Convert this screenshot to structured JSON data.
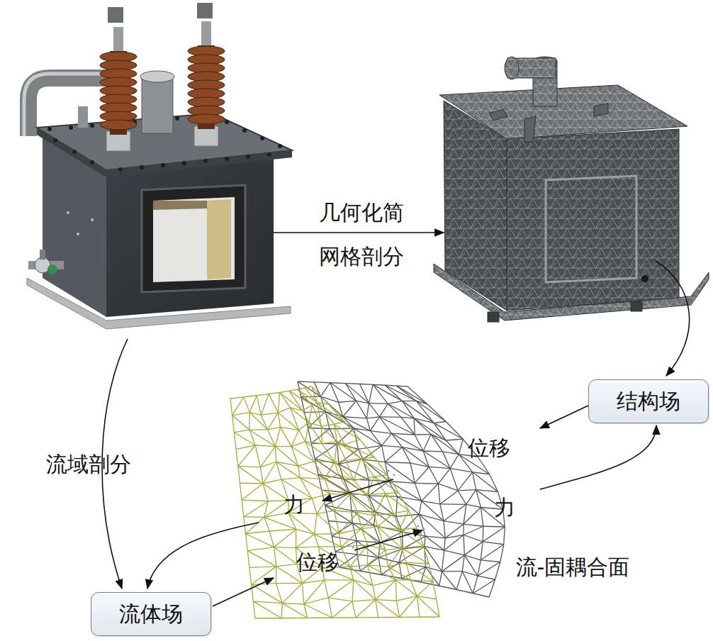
{
  "diagram": {
    "nodes": [
      {
        "text": [
          "结构场"
        ]
      },
      {
        "text": [
          "流体场"
        ]
      }
    ],
    "labels": [
      "几何化简",
      "网格剖分",
      "位移",
      "流域剖分",
      "力",
      "力",
      "位移",
      "流-固耦合面"
    ]
  }
}
